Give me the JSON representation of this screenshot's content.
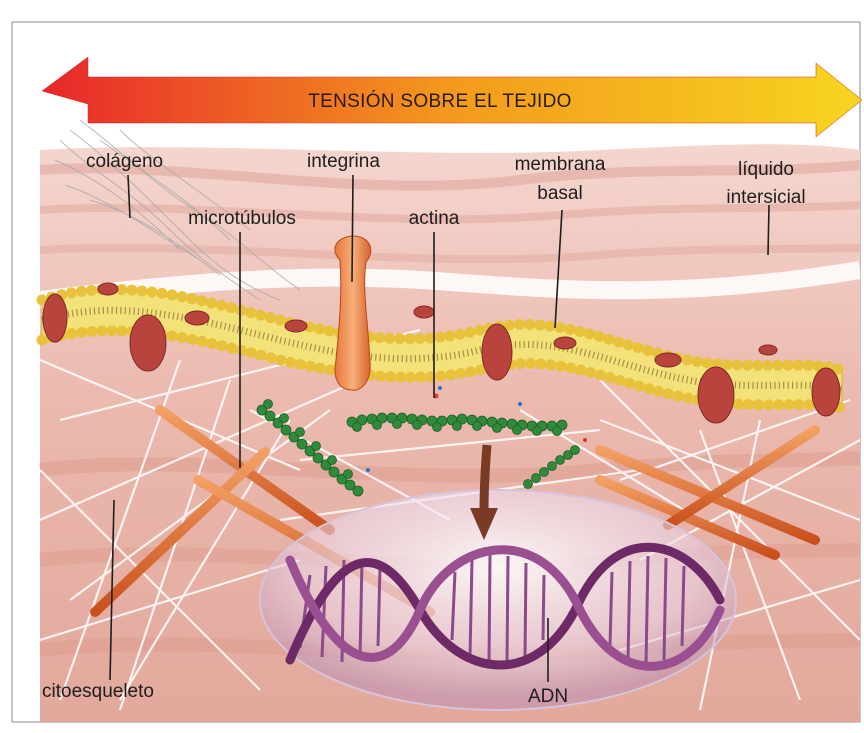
{
  "arrow": {
    "title": "TENSIÓN SOBRE EL TEJIDO"
  },
  "labels": {
    "colageno": "colágeno",
    "integrina": "integrina",
    "membrana_line1": "membrana",
    "membrana_line2": "basal",
    "liquido_line1": "líquido",
    "liquido_line2": "intersicial",
    "microtubulos": "microtúbulos",
    "actina": "actina",
    "citoesqueleto": "citoesqueleto",
    "adn": "ADN"
  },
  "colors": {
    "arrow_start": "#e8262b",
    "arrow_mid": "#f39a1d",
    "arrow_end": "#f7d51f",
    "tissue": "#e9b8ad",
    "membrane_head": "#e9c53a",
    "membrane_core": "#f3e27a",
    "protein": "#b9443d",
    "actin": "#2f8a3a",
    "microtubule": "#e0682a",
    "dna": "#7b2f73"
  }
}
